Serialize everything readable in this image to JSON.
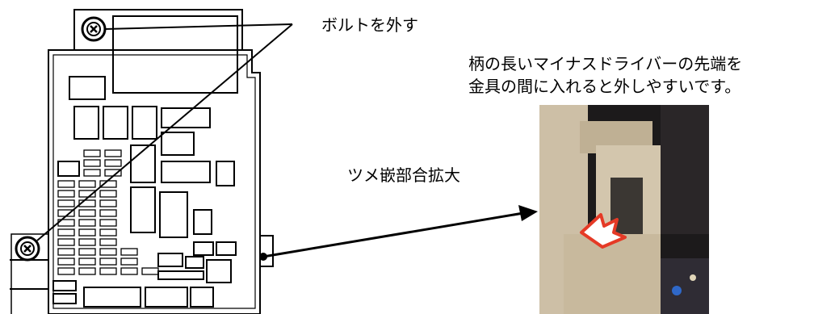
{
  "callouts": {
    "bolt_remove": "ボルトを外す",
    "claw_enlarged": "ツメ嵌部合拡大",
    "tip_line1": "柄の長いマイナスドライバーの先端を",
    "tip_line2": "金具の間に入れると外しやすいです。"
  },
  "icons": {
    "bolt": "bolt-icon",
    "arrow": "pointer-arrow-icon"
  },
  "colors": {
    "line": "#000000",
    "background": "#ffffff",
    "photo_plastic": "#cdbfa6",
    "photo_dark": "#1c1a1b",
    "arrow_red": "#e53a26"
  }
}
